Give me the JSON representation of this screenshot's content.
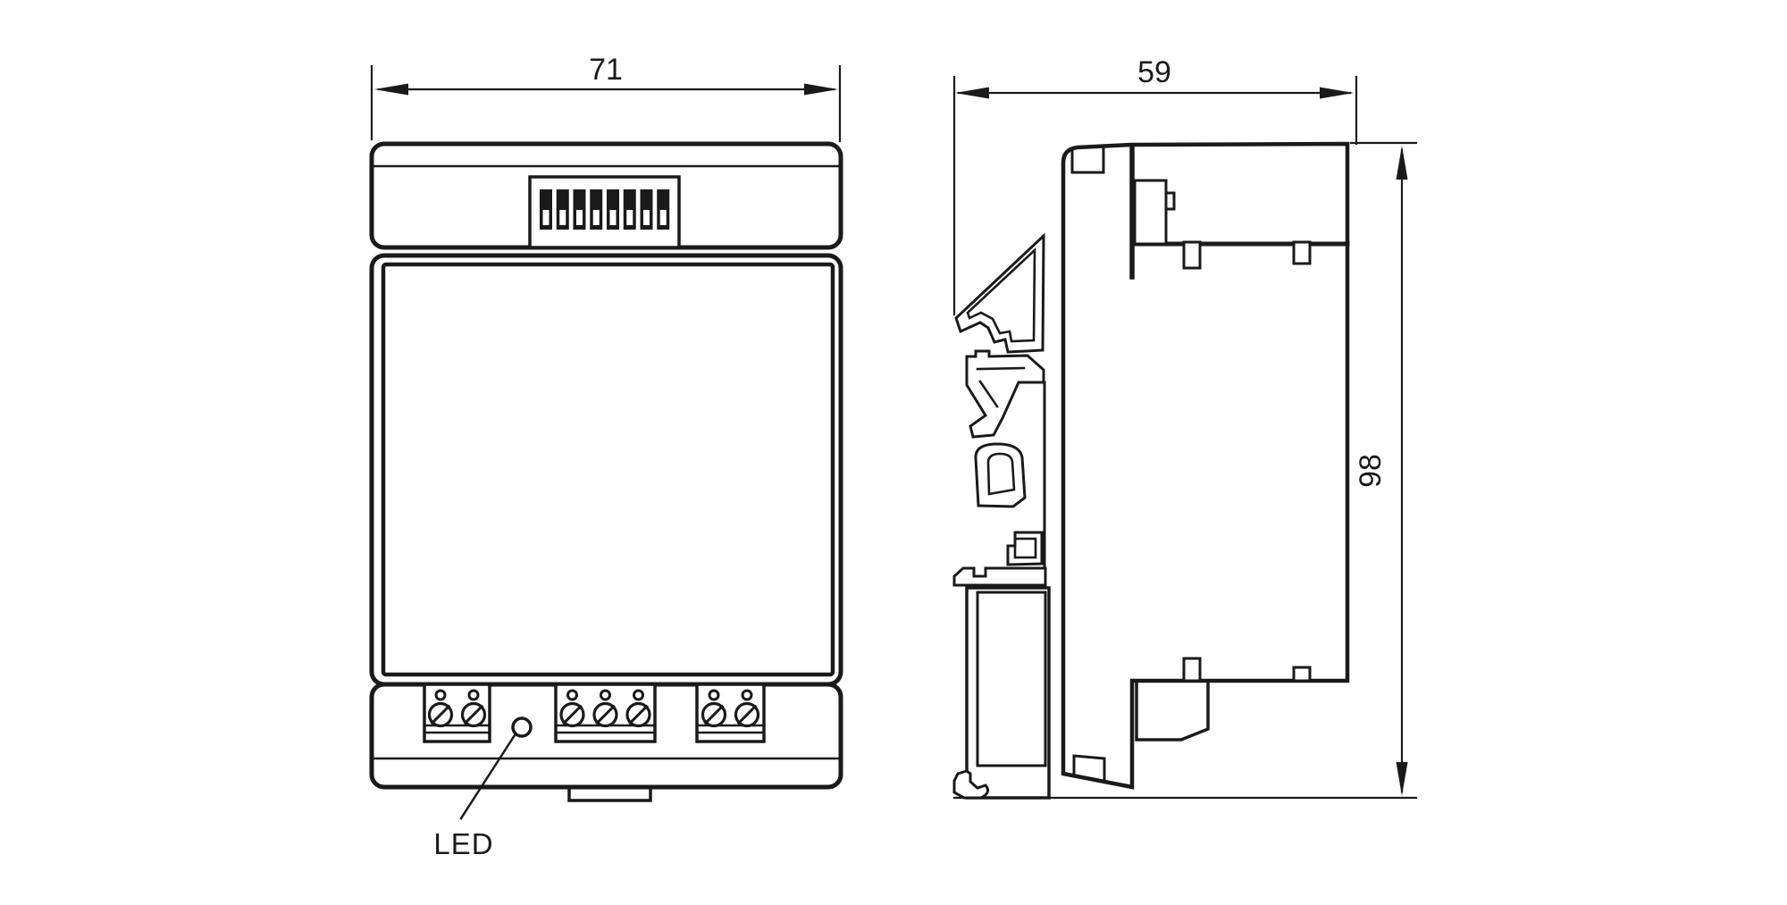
{
  "diagram": {
    "description_labels": {
      "led_label": "LED"
    },
    "views": {
      "front": {
        "name": "front-view",
        "width_dim": "71",
        "led_label": "LED",
        "dip_switches": 8,
        "terminal_groups": [
          2,
          3,
          2
        ]
      },
      "side": {
        "name": "side-view",
        "depth_dim": "59",
        "height_dim": "98"
      }
    },
    "colors": {
      "line": "#1a1a1a",
      "background": "#ffffff"
    }
  }
}
